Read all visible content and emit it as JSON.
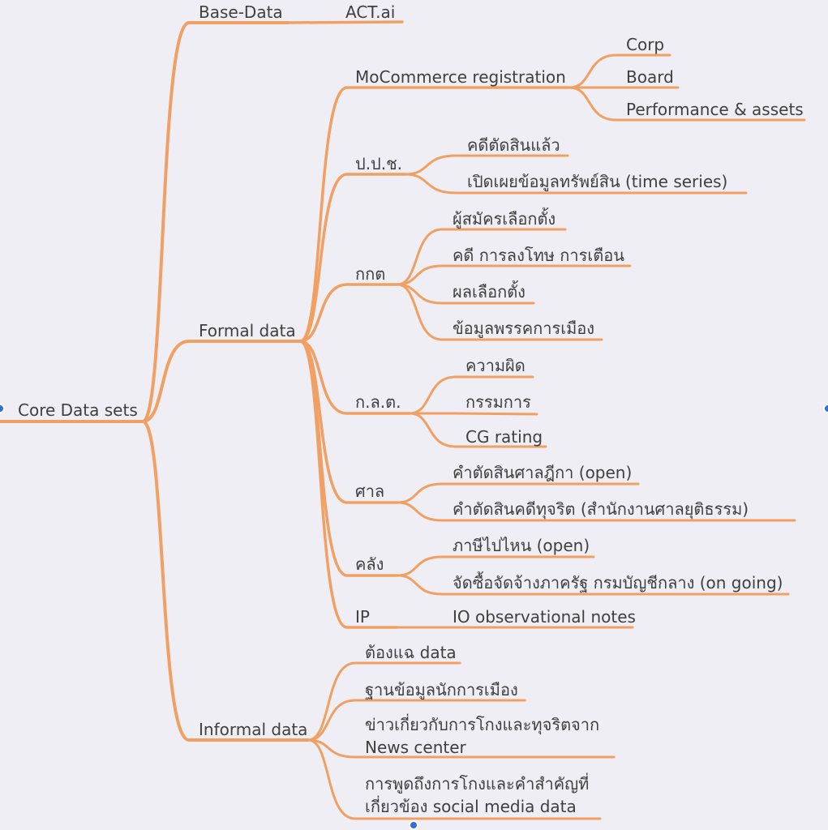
{
  "mindmap": {
    "root": "Core Data sets",
    "branches": {
      "base": "Base-Data",
      "formal": "Formal data",
      "informal": "Informal data"
    },
    "base_children": {
      "act": "ACT.ai"
    },
    "formal_children": {
      "mocommerce": "MoCommerce registration",
      "ppch": "ป.ป.ช.",
      "kkt": "กกต",
      "klt": "ก.ล.ต.",
      "court": "ศาล",
      "treasury": "คลัง",
      "ip": "IP"
    },
    "mocommerce_children": [
      "Corp",
      "Board",
      "Performance & assets"
    ],
    "ppch_children": [
      "คดีตัดสินแล้ว",
      "เปิดเผยข้อมูลทรัพย์สิน (time series)"
    ],
    "kkt_children": [
      "ผู้สมัครเลือกตั้ง",
      "คดี การลงโทษ การเตือน",
      "ผลเลือกตั้ง",
      "ข้อมูลพรรคการเมือง"
    ],
    "klt_children": [
      "ความผิด",
      "กรรมการ",
      "CG rating"
    ],
    "court_children": [
      "คำตัดสินศาลฎีกา (open)",
      "คำตัดสินคดีทุจริต (สำนักงานศาลยุติธรรม)"
    ],
    "treasury_children": [
      "ภาษีไปไหน (open)",
      "จัดซื้อจัดจ้างภาครัฐ กรมบัญชีกลาง (on going)"
    ],
    "ip_children": [
      "IO observational notes"
    ],
    "informal_children": [
      "ต้องแฉ data",
      "ฐานข้อมูลนักการเมือง",
      "ข่าวเกี่ยวกับการโกงและทุจริตจาก News center",
      "การพูดถึงการโกงและคำสำคัญที่เกี่ยวข้อง social media data"
    ]
  },
  "colors": {
    "line": "#f0a062",
    "text": "#3f3f3f",
    "background": "#efeef5",
    "handle": "#2f6fd6"
  }
}
